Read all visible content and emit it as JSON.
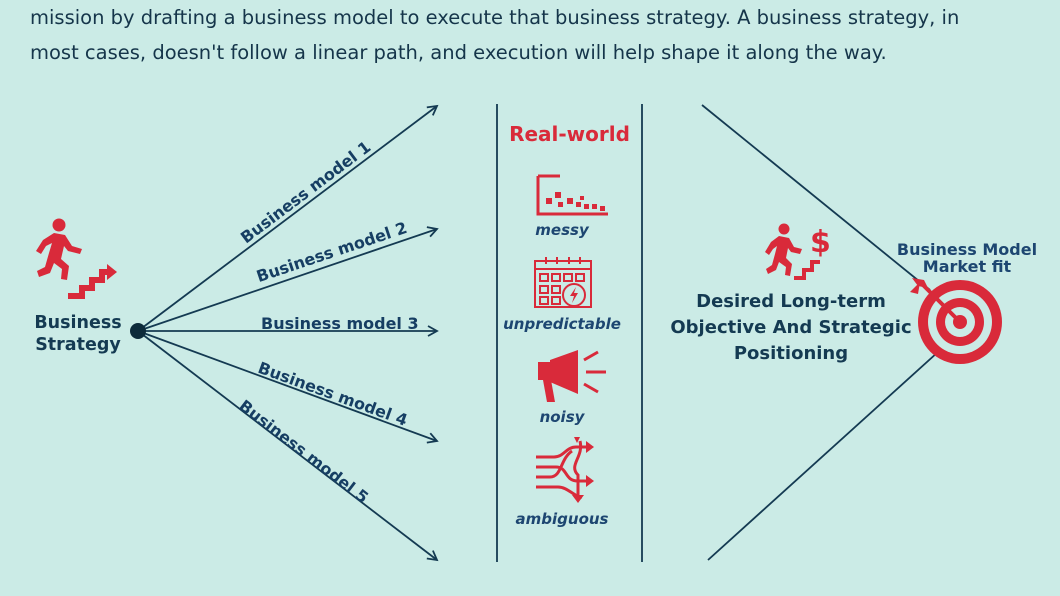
{
  "intro": {
    "line1": "mission by drafting a business model to execute that business strategy. A business strategy, in",
    "line2": "most cases, doesn't follow a linear path, and execution will help shape it along the way."
  },
  "strategy": {
    "line1": "Business",
    "line2": "Strategy"
  },
  "models": [
    "Business model 1",
    "Business model 2",
    "Business model 3",
    "Business model 4",
    "Business model 5"
  ],
  "real_world": {
    "title": "Real-world",
    "items": [
      {
        "icon": "scattered-chart-icon",
        "label": "messy"
      },
      {
        "icon": "calendar-lightning-icon",
        "label": "unpredictable"
      },
      {
        "icon": "megaphone-icon",
        "label": "noisy"
      },
      {
        "icon": "tangled-arrows-icon",
        "label": "ambiguous"
      }
    ]
  },
  "objective": {
    "line1": "Desired Long-term",
    "line2": "Objective And Strategic",
    "line3": "Positioning"
  },
  "target": {
    "line1": "Business Model",
    "line2": "Market fit"
  },
  "colors": {
    "background": "#cbebe6",
    "accent_red": "#d92a3a",
    "navy": "#143a52"
  }
}
